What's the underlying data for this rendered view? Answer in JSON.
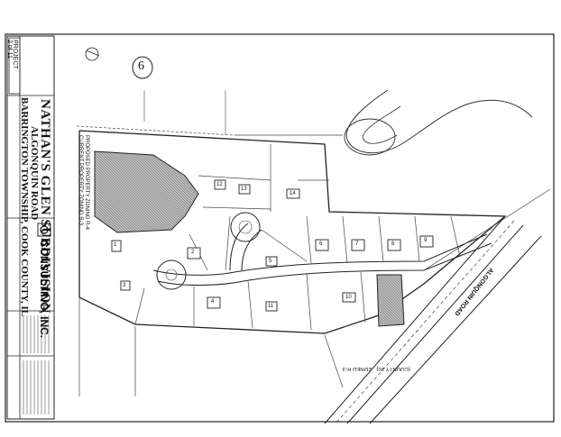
{
  "sheet": {
    "handwritten_mark": "6",
    "project_box": {
      "label": "PROJECT",
      "number": "2 of 11"
    },
    "title": "NATHAN'S GLEN SUBDIVISION",
    "subtitle_1": "ALGONQUIN ROAD",
    "subtitle_2": "BARRINGTON TOWNSHIP, COOK COUNTY, IL",
    "company": "CONSULTING, INC.",
    "road_label": "ALGONQUIN ROAD",
    "county_road": "(COUNTY 20)",
    "zoning_notes": [
      "CURRENT PROPERTY ZONING R-3",
      "PROPOSED PROPERTY ZONING R-4",
      "ZONED R-3"
    ]
  },
  "lots": [
    "1",
    "2",
    "3",
    "4",
    "5",
    "6",
    "7",
    "8",
    "9",
    "10",
    "11",
    "12",
    "13",
    "14"
  ],
  "icons": [
    "north-arrow-icon",
    "company-logo-icon"
  ]
}
